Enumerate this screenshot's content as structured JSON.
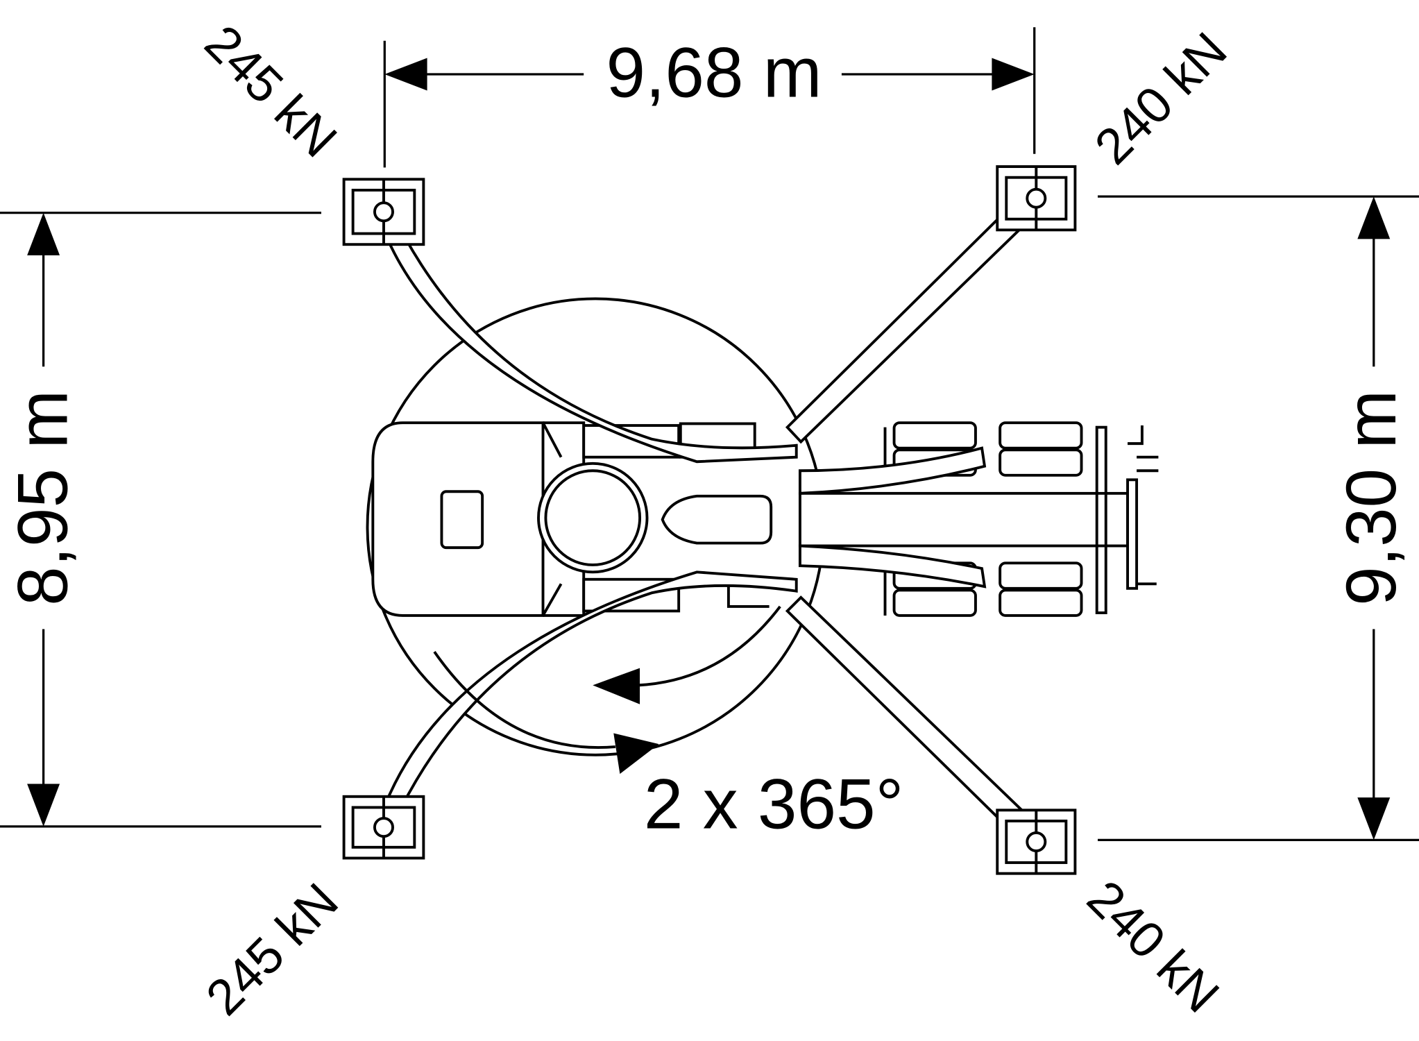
{
  "dimensions": {
    "width": "9,68 m",
    "left_length": "8,95 m",
    "right_length": "9,30 m"
  },
  "loads": {
    "top_left": "245 kN",
    "top_right": "240 kN",
    "bottom_left": "245 kN",
    "bottom_right": "240 kN"
  },
  "rotation": "2 x 365°"
}
